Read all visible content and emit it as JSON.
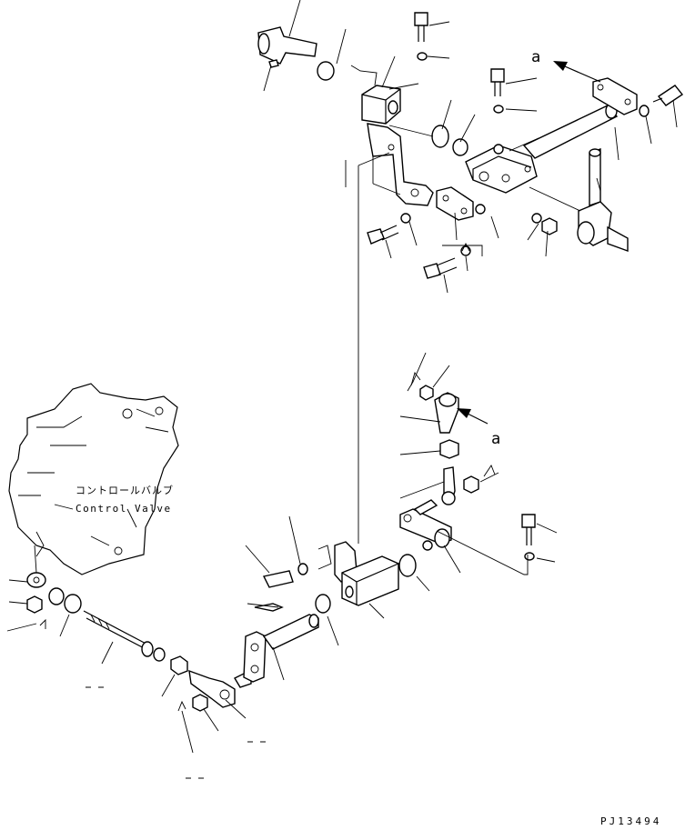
{
  "drawing": {
    "component_label_jp": "コントロールバルブ",
    "component_label_en": "Control Valve",
    "view_marker_top": "a",
    "view_marker_mid": "a",
    "drawing_number": "PJ13494"
  }
}
